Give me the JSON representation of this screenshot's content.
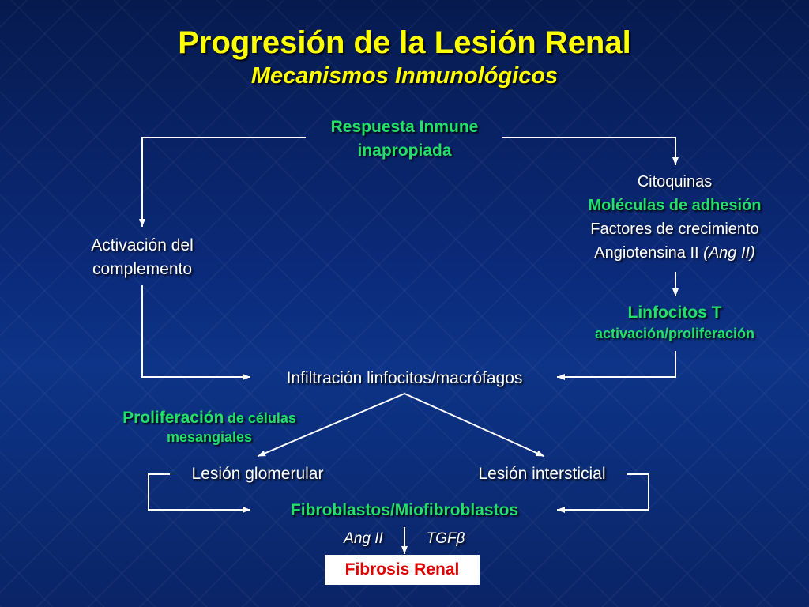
{
  "title": "Progresión de la Lesión Renal",
  "subtitle": "Mecanismos Inmunológicos",
  "nodes": {
    "respuesta": [
      "Respuesta Inmune",
      "inapropiada"
    ],
    "complemento": [
      "Activación del",
      "complemento"
    ],
    "citoquinas": {
      "line1": "Citoquinas",
      "line2": "Moléculas de adhesión",
      "line3": "Factores de crecimiento",
      "line4_plain": "Angiotensina II",
      "line4_italic": "(Ang II)"
    },
    "linfocitos": [
      "Linfocitos T",
      "activación/proliferación"
    ],
    "infiltracion": "Infiltración linfocitos/macrófagos",
    "proliferacion": {
      "bold": "Proliferación",
      "rest": "de células",
      "line2": "mesangiales"
    },
    "lesion_glomerular": "Lesión glomerular",
    "lesion_intersticial": "Lesión intersticial",
    "fibroblastos": "Fibroblastos/Miofibroblastos",
    "ang_ii": "Ang II",
    "tgf": "TGFβ",
    "fibrosis": "Fibrosis Renal"
  },
  "colors": {
    "title": "#ffff00",
    "accent_green": "#22e06a",
    "fibrosis_text": "#e00000",
    "background": "#0b2a7a"
  }
}
